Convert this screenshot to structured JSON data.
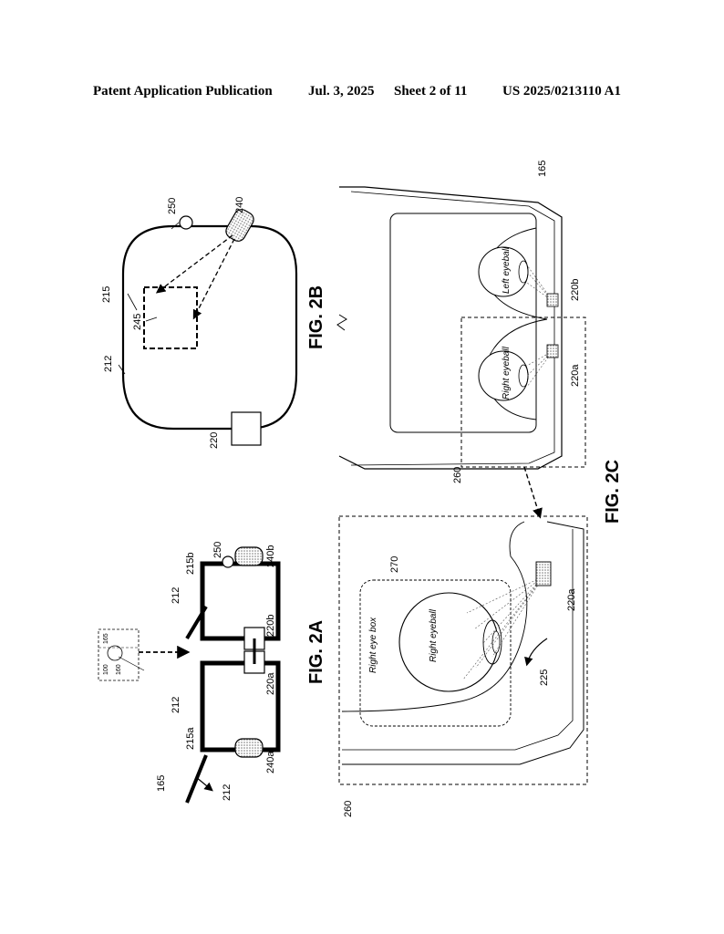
{
  "header": {
    "publication": "Patent Application Publication",
    "date": "Jul. 3, 2025",
    "sheet": "Sheet 2 of 11",
    "number": "US 2025/0213110 A1"
  },
  "fig2a": {
    "title": "FIG. 2A",
    "labels": {
      "frame": "165",
      "temple_a": "212",
      "lens_a": "212",
      "lens_b": "212",
      "rim_a": "215a",
      "rim_b": "215b",
      "sensor_a": "220a",
      "sensor_b": "220b",
      "display_a": "240a",
      "display_b": "240b",
      "light": "250",
      "inset_user": "100",
      "inset_glasses": "165",
      "inset_device": "160"
    }
  },
  "fig2b": {
    "title": "FIG. 2B",
    "labels": {
      "lens": "212",
      "rim": "215",
      "projection": "245",
      "sensor": "220",
      "display": "240",
      "light": "250"
    }
  },
  "fig2c": {
    "title": "FIG. 2C",
    "labels": {
      "frame": "165",
      "sensor_a": "220a",
      "sensor_b": "220b",
      "detail_box": "260",
      "detail_box_2": "260",
      "eye_box": "270",
      "beam": "225",
      "sensor_detail": "220a",
      "left_eye": "Left eyeball",
      "right_eye": "Right eyeball",
      "right_eye_detail": "Right eyeball",
      "right_eye_box": "Right eye box"
    }
  }
}
